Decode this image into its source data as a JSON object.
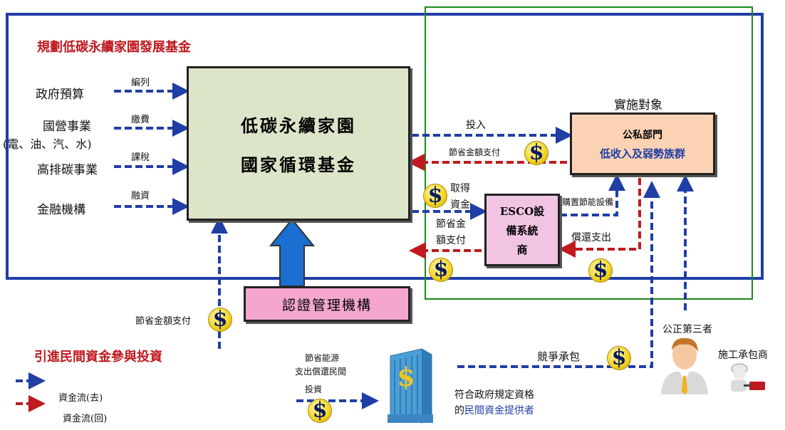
{
  "title": "規劃低碳永續家園發展基金",
  "sources": [
    {
      "name": "政府預算",
      "action": "編列"
    },
    {
      "name": "國營事業",
      "action": "繳費"
    },
    {
      "name": "(電、油、汽、水)",
      "action": "課稅"
    },
    {
      "name": "高排碳事業",
      "action": ""
    },
    {
      "name": "金融機構",
      "action": "融資"
    }
  ],
  "fund": {
    "line1": "低碳永續家園",
    "line2": "國家循環基金"
  },
  "target": {
    "title": "實施對象",
    "line1": "公私部門",
    "line2": "低收入及弱勢族群"
  },
  "esco": {
    "line1": "ESCO設",
    "line2": "備系統",
    "line3": "商"
  },
  "cert": "認證管理機構",
  "flows": {
    "invest": "投入",
    "savings_pay": "節省金額支付",
    "obtain_funds_1": "取得",
    "obtain_funds_2": "資金",
    "buy_equipment": "購置節能設備",
    "savings_pay_esco_1": "節省金",
    "savings_pay_esco_2": "額支付",
    "repay": "償還支出",
    "savings_pay_bottom": "節省金額支付",
    "compete": "競爭承包",
    "energy_saving_1": "節省能源",
    "energy_saving_2": "支出償還民間",
    "energy_saving_3": "投資"
  },
  "private_title": "引進民間資金參與投資",
  "provider_1": "符合政府規定資格",
  "provider_2_prefix": "的",
  "provider_2_highlight": "民間資金提供者",
  "third_party": "公正第三者",
  "contractor": "施工承包商",
  "legend": {
    "out": "資金流(去)",
    "back": "資金流(回)"
  },
  "coin_symbol": "$",
  "colors": {
    "blue": "#1f3ea6",
    "red": "#c0191f",
    "green": "#1a8a1a",
    "fund_bg": "#dde5c9",
    "target_bg": "#fbd3b4",
    "esco_bg": "#f2c4e4",
    "cert_bg": "#f4a6cf",
    "blue_text": "#1f3ea6",
    "title_red": "#c0191f"
  }
}
